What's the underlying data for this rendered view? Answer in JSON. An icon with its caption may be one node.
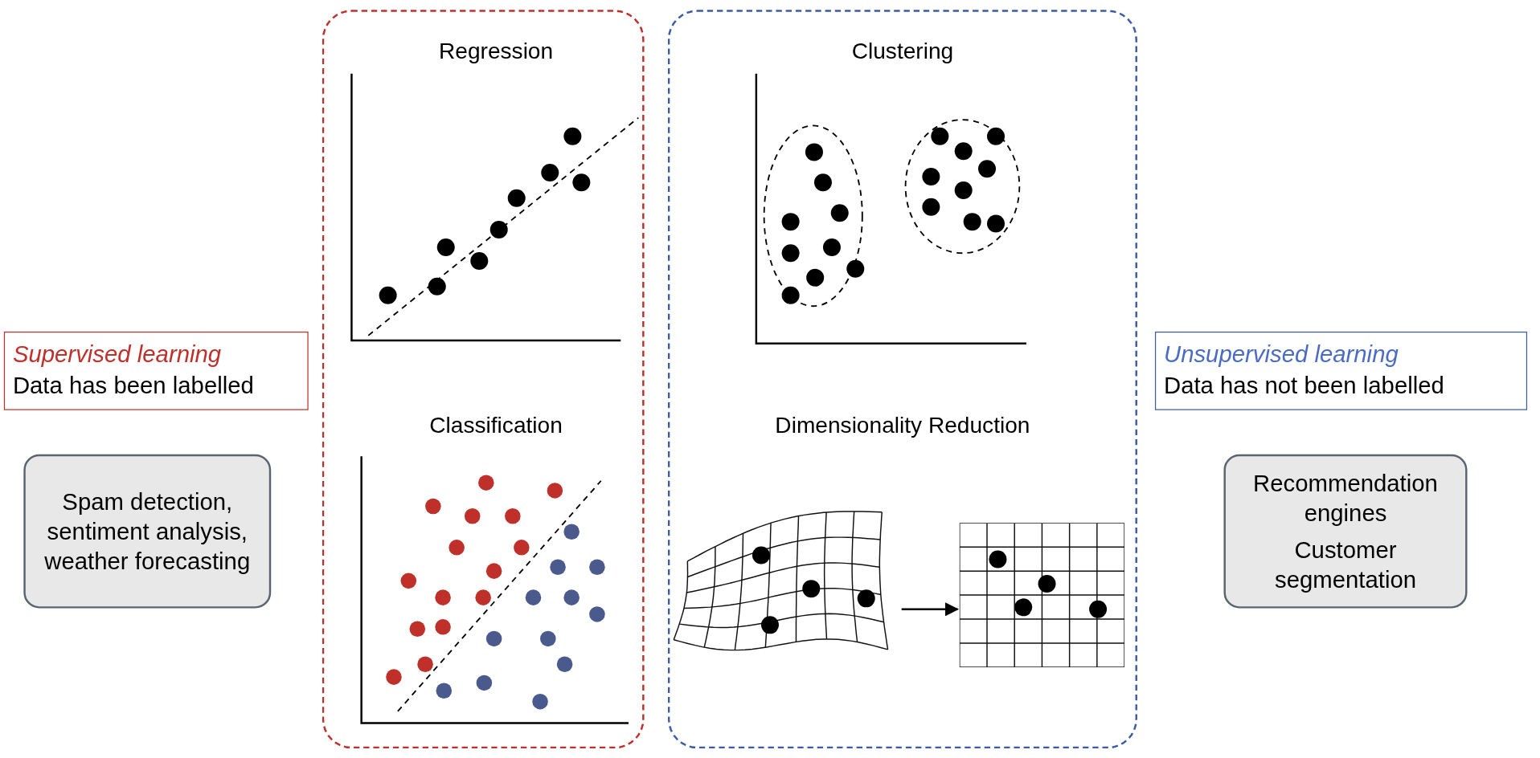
{
  "diagram": {
    "nodes": [
      {
        "text": [
          "Supervised learning",
          "Data has been labelled"
        ]
      },
      {
        "text": [
          "Spam detection, sentiment analysis, weather forecasting"
        ]
      },
      {
        "text": [],
        "shape": "box"
      },
      {
        "text": [],
        "shape": "box"
      },
      {
        "text": [
          "Unsupervised learning",
          "Data has not been labelled"
        ]
      },
      {
        "text": [
          "Recommendation engines",
          "Customer segmentation"
        ]
      },
      {
        "text": [],
        "shape": "picture",
        "in": 3
      },
      {
        "text": [],
        "shape": "picture",
        "in": 3
      }
    ],
    "edges": [
      {
        "from": 6,
        "to": 7,
        "arrow": "to"
      }
    ],
    "labels": [
      "Regression",
      "Clustering",
      "Classification",
      "Dimensionality Reduction"
    ]
  }
}
